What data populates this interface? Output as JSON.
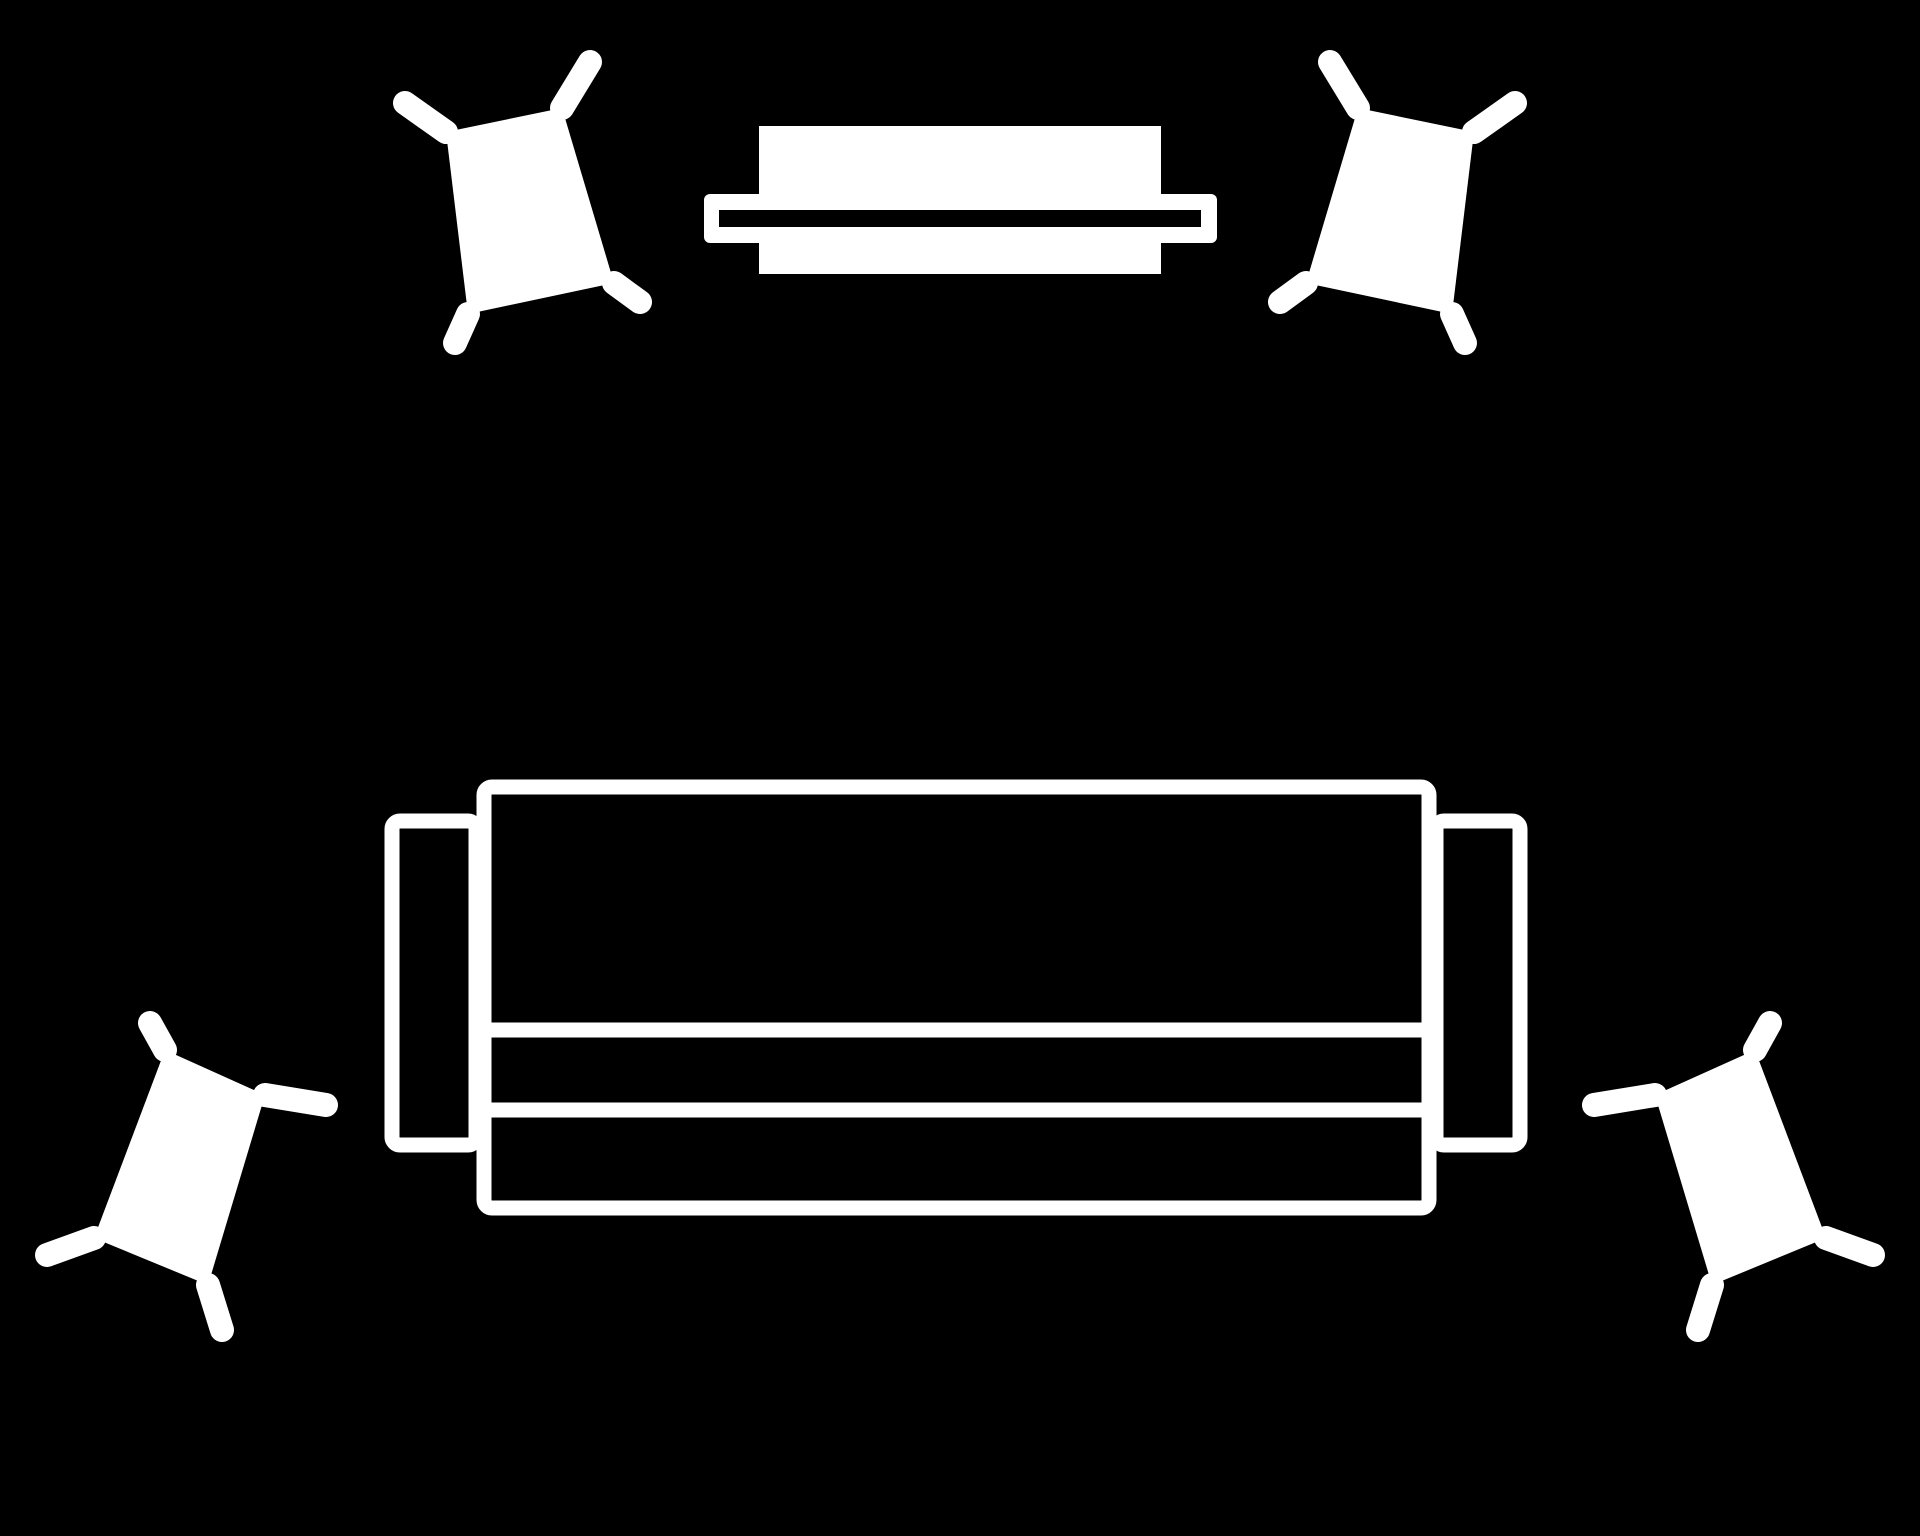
{
  "diagram": {
    "background_color": "#000000",
    "foreground_color": "#ffffff",
    "elements": [
      {
        "kind": "tv-stand-icon"
      },
      {
        "kind": "speaker-stand-icon",
        "position": "front-left"
      },
      {
        "kind": "speaker-stand-icon",
        "position": "front-right"
      },
      {
        "kind": "sofa-icon"
      },
      {
        "kind": "speaker-stand-icon",
        "position": "rear-left"
      },
      {
        "kind": "speaker-stand-icon",
        "position": "rear-right"
      }
    ]
  }
}
